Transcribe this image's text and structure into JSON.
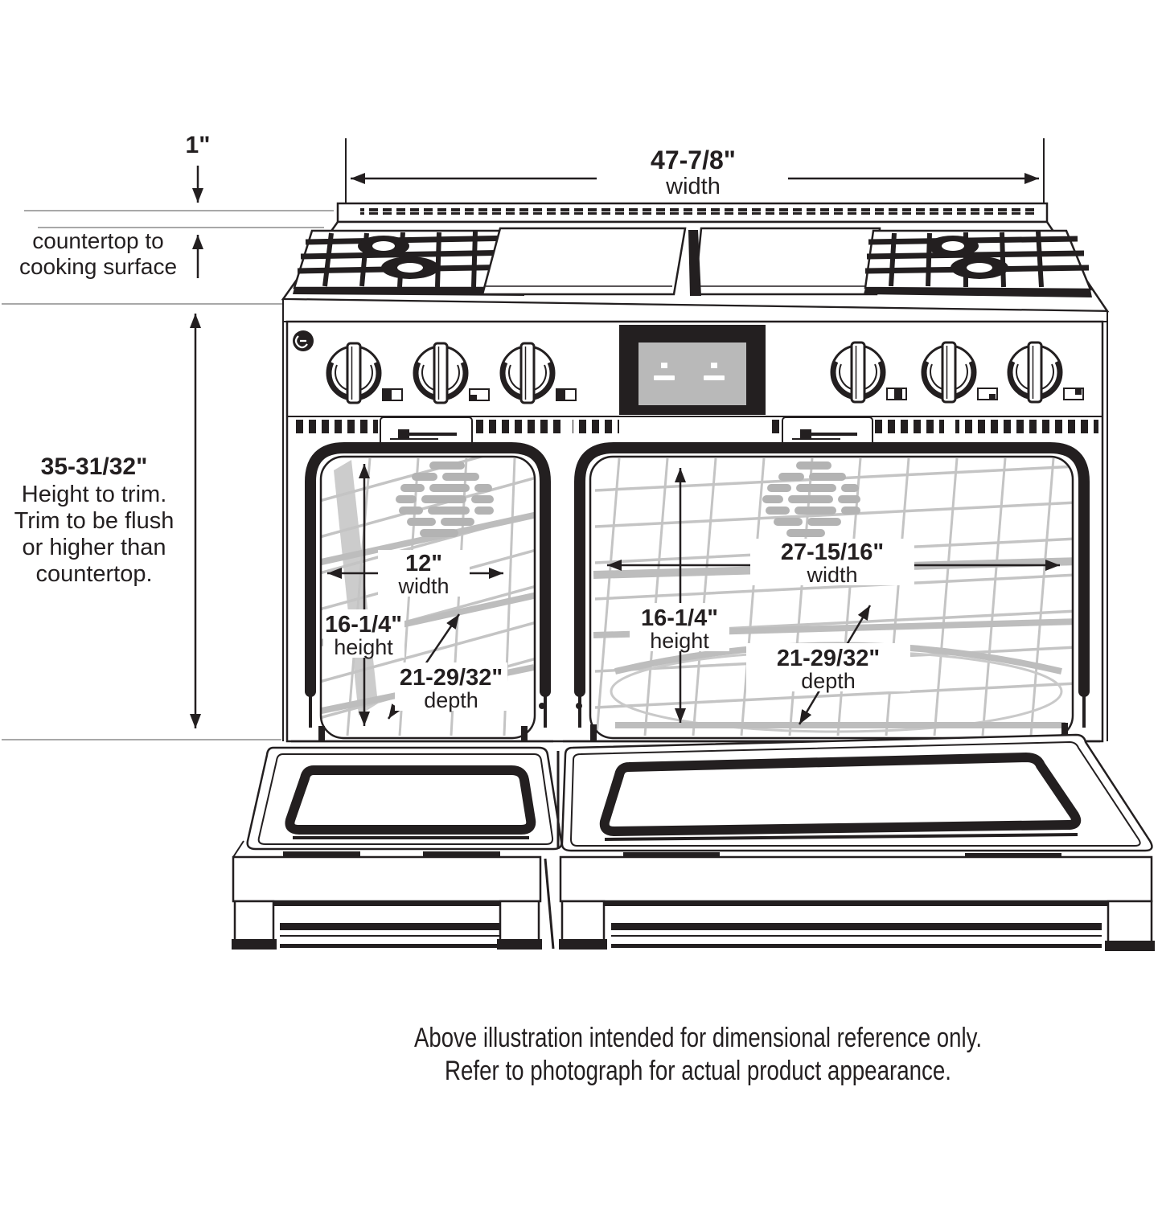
{
  "page": {
    "background": "#ffffff"
  },
  "colors": {
    "ink": "#231f20",
    "rack_gray": "#c4c4c4",
    "reference_line_gray": "#a8a8a8"
  },
  "dimensions": {
    "top_gap": {
      "value": "1\""
    },
    "countertop": {
      "line1": "countertop to",
      "line2": "cooking surface"
    },
    "overall_width": {
      "value": "47-7/8\"",
      "label": "width"
    },
    "height_to_trim": {
      "value": "35-31/32\"",
      "line1": "Height to trim.",
      "line2": "Trim to be flush",
      "line3": "or higher than",
      "line4": "countertop."
    },
    "left_oven": {
      "width_value": "12\"",
      "width_label": "width",
      "height_value": "16-1/4\"",
      "height_label": "height",
      "depth_value": "21-29/32\"",
      "depth_label": "depth"
    },
    "right_oven": {
      "width_value": "27-15/16\"",
      "width_label": "width",
      "height_value": "16-1/4\"",
      "height_label": "height",
      "depth_value": "21-29/32\"",
      "depth_label": "depth"
    }
  },
  "caption": {
    "line1": "Above illustration intended for dimensional reference only.",
    "line2": "Refer to photograph for actual product appearance."
  }
}
